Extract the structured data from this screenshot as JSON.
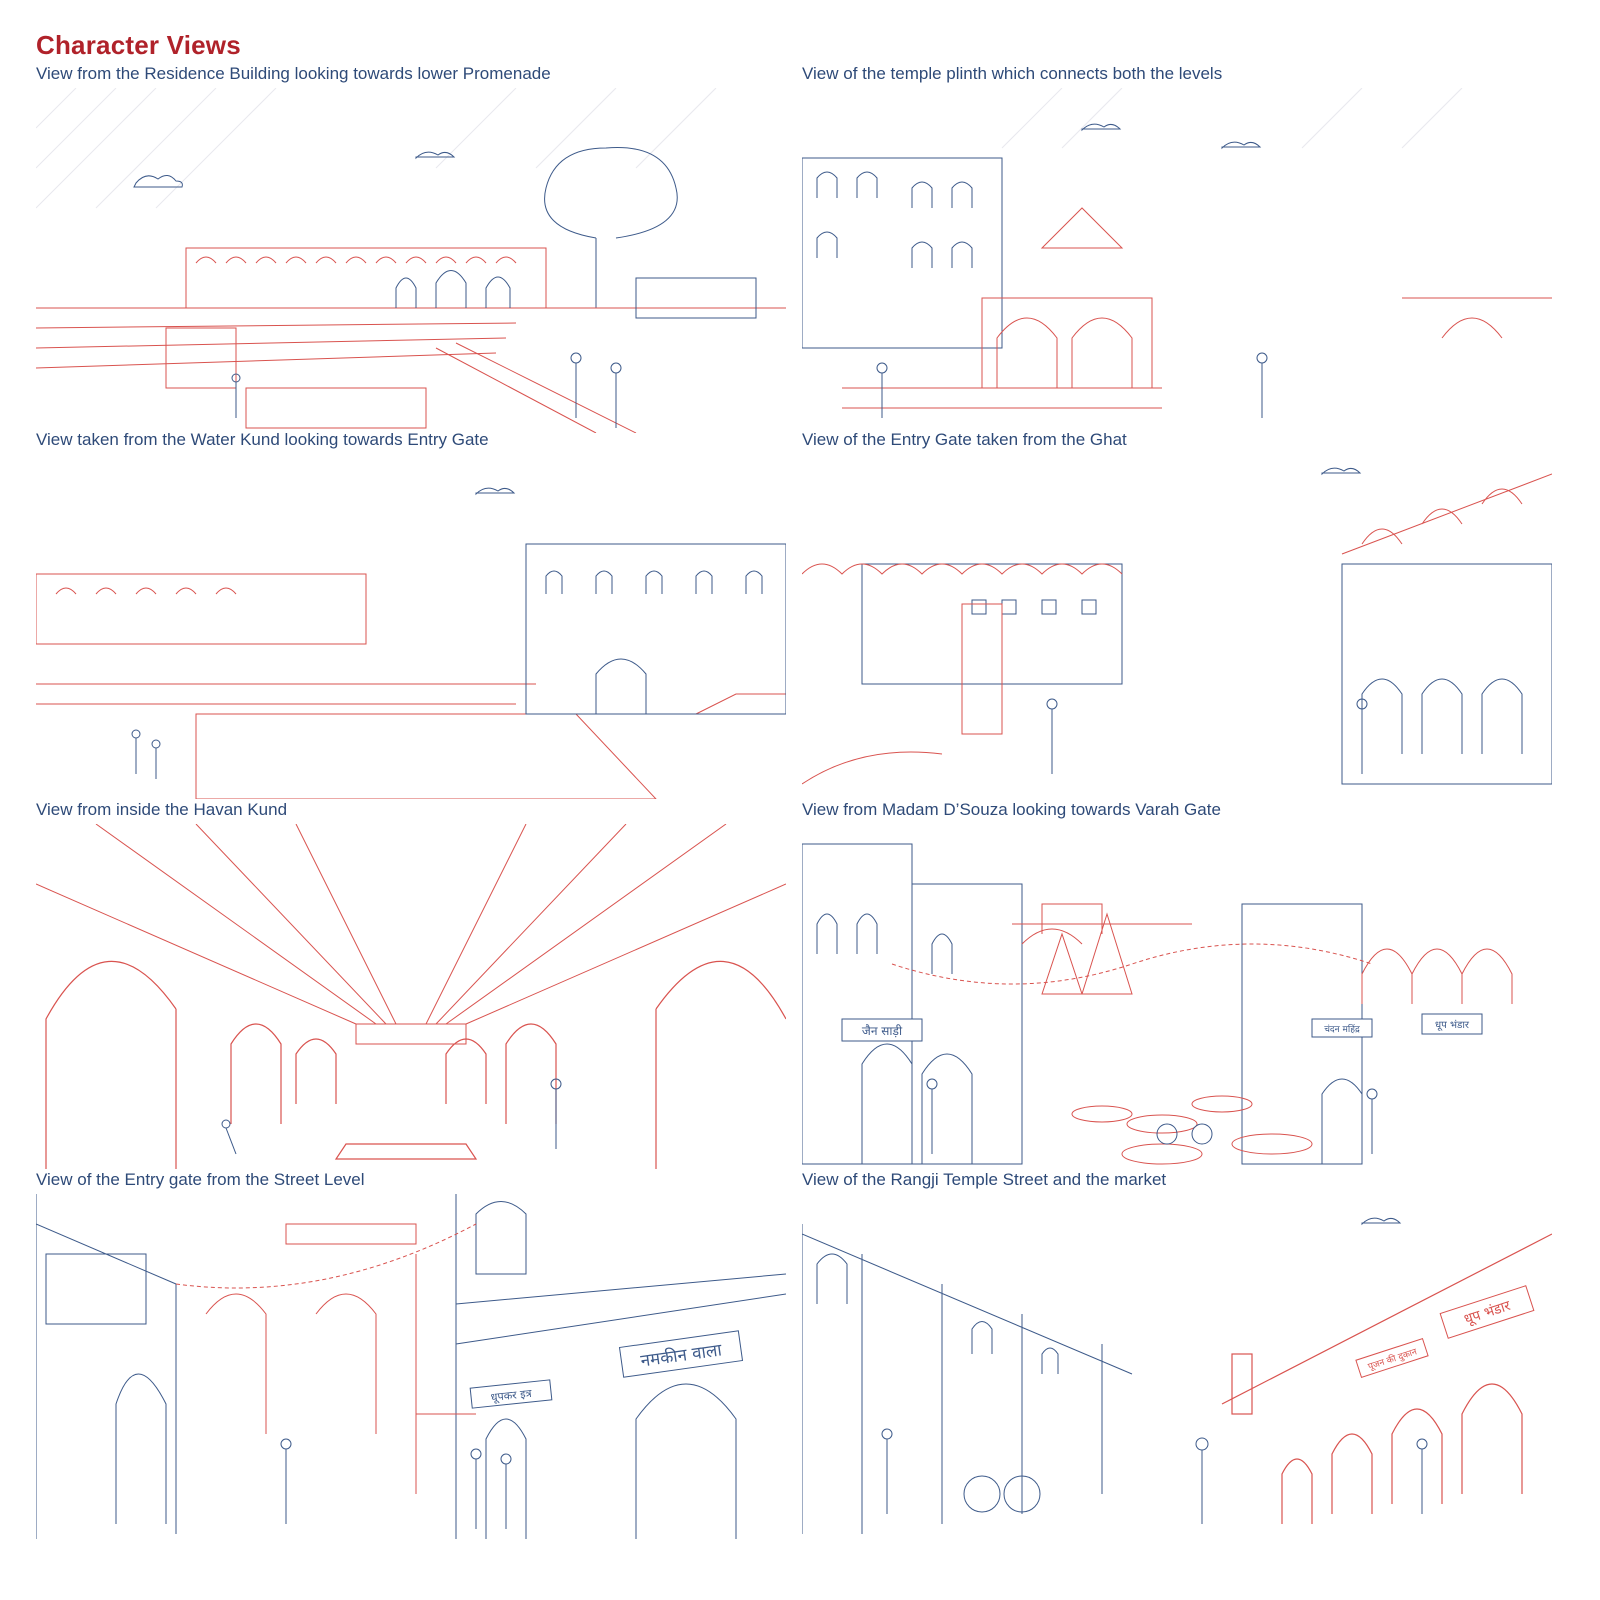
{
  "page": {
    "title": "Character Views"
  },
  "colors": {
    "title_red": "#b0222a",
    "caption_blue": "#2e4a78",
    "line_red": "#d9534f",
    "line_blue": "#3d5a8a"
  },
  "panels": [
    {
      "caption": "View from the Residence Building looking towards lower Promenade",
      "signs": []
    },
    {
      "caption": "View of the temple plinth which connects both the levels",
      "signs": []
    },
    {
      "caption": "View taken from the Water Kund looking towards Entry Gate",
      "signs": []
    },
    {
      "caption": "View of the Entry Gate taken from the Ghat",
      "signs": []
    },
    {
      "caption": "View from inside the Havan Kund",
      "signs": []
    },
    {
      "caption": "View from Madam D’Souza looking towards Varah Gate",
      "signs": [
        "जैन साड़ी",
        "चंदन महिंद्र",
        "धूप भंडार"
      ]
    },
    {
      "caption": "View of the Entry gate from the Street Level",
      "signs": [
        "नमकीन वाला",
        "धूपकर इत्र"
      ]
    },
    {
      "caption": "View of the Rangji Temple Street and the market",
      "signs": [
        "धूप भंडार",
        "पूजन की दुकान"
      ]
    }
  ]
}
